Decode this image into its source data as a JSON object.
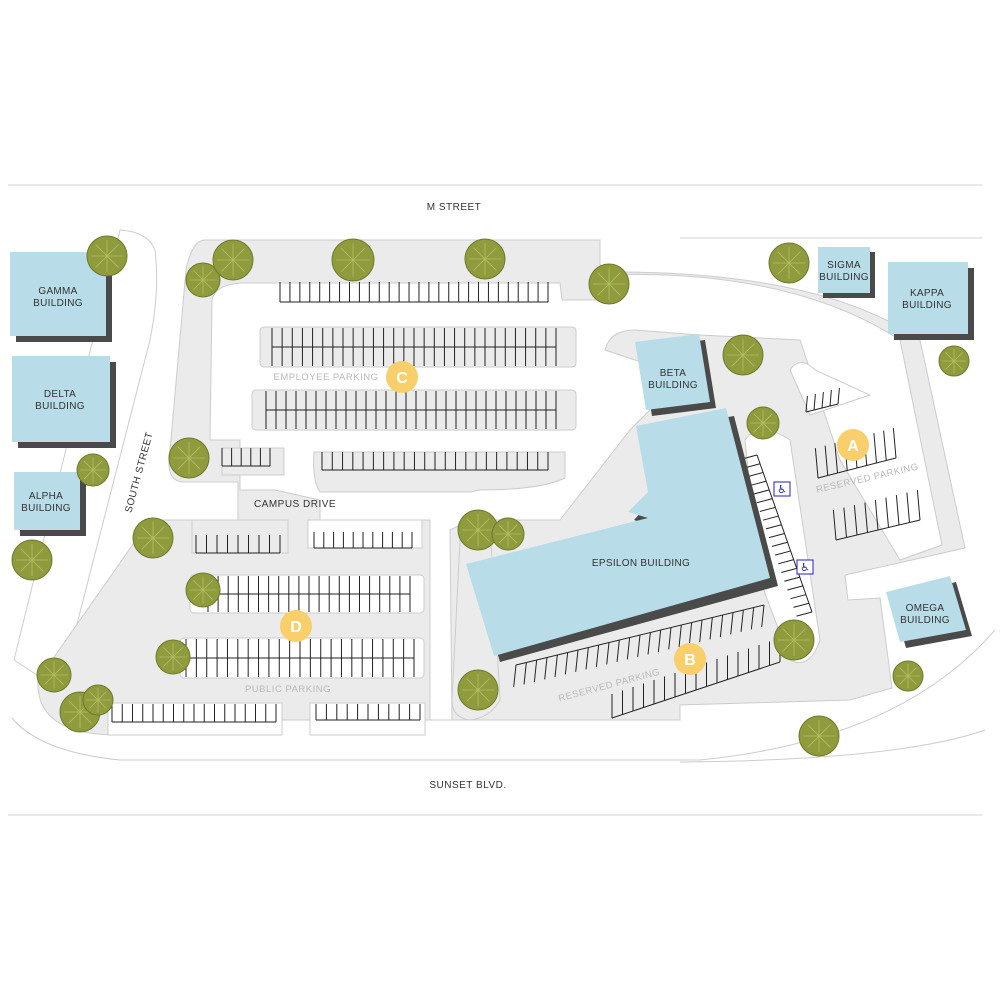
{
  "streets": {
    "north": "M STREET",
    "west": "SOUTH STREET",
    "internal": "CAMPUS DRIVE",
    "south": "SUNSET BLVD."
  },
  "buildings": {
    "gamma": [
      "GAMMA",
      "BUILDING"
    ],
    "delta": [
      "DELTA",
      "BUILDING"
    ],
    "alpha": [
      "ALPHA",
      "BUILDING"
    ],
    "beta": [
      "BETA",
      "BUILDING"
    ],
    "sigma": [
      "SIGMA",
      "BUILDING"
    ],
    "kappa": [
      "KAPPA",
      "BUILDING"
    ],
    "omega": [
      "OMEGA",
      "BUILDING"
    ],
    "epsilon": "EPSILON BUILDING"
  },
  "lots": {
    "employee": "EMPLOYEE PARKING",
    "public": "PUBLIC PARKING",
    "reserved_a": "RESERVED PARKING",
    "reserved_b": "RESERVED PARKING"
  },
  "markers": {
    "a": "A",
    "b": "B",
    "c": "C",
    "d": "D"
  },
  "colors": {
    "building": "#b8dde8",
    "building_shadow": "#4a4a4a",
    "pavement": "#ebebeb",
    "pavement_edge": "#cccccc",
    "tree": "#8f9b3c",
    "marker": "#f8cf6b",
    "accessible": "#2222bb"
  },
  "icons": [
    "accessible-parking-icon",
    "tree-icon"
  ]
}
